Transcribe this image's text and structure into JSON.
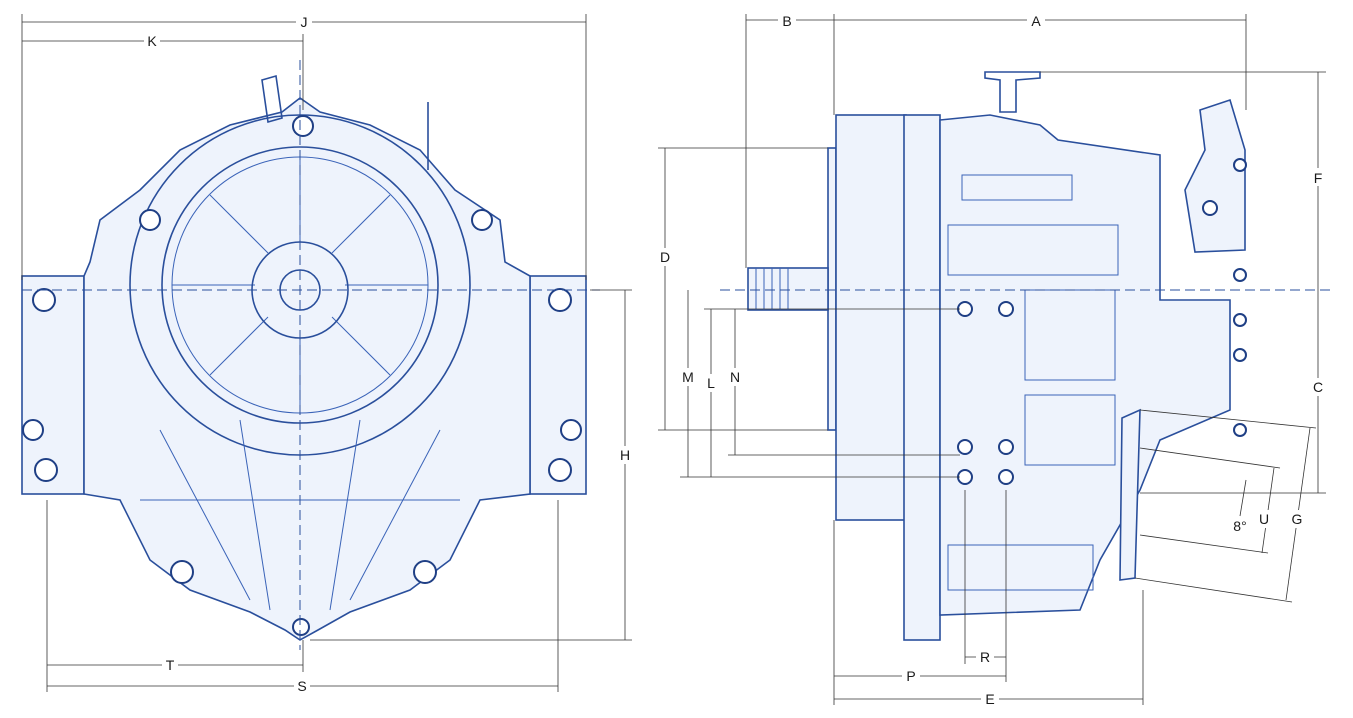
{
  "diagram": {
    "front_view": {
      "labels": {
        "J": "J",
        "K": "K",
        "H": "H",
        "T": "T",
        "S": "S"
      }
    },
    "side_view": {
      "labels": {
        "A": "A",
        "B": "B",
        "D": "D",
        "F": "F",
        "C": "C",
        "M": "M",
        "L": "L",
        "N": "N",
        "G": "G",
        "U": "U",
        "P": "P",
        "R": "R",
        "E": "E",
        "angle": "8°"
      }
    },
    "colors": {
      "line": "#2a4f9c",
      "dimension": "#333333",
      "fill": "#eef3fc"
    }
  }
}
